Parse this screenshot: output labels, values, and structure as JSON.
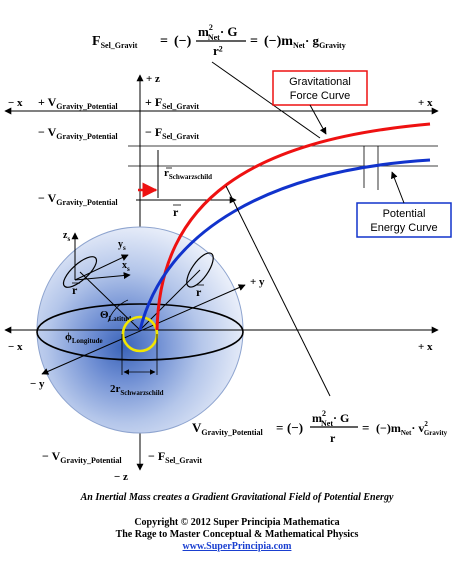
{
  "equations": {
    "force_top": {
      "lhs_base": "F",
      "lhs_sub": "Sel_Gravit",
      "eq1": "=",
      "sign": "(−)",
      "num_base": "m",
      "num_sup": "2",
      "num_sub": "Net",
      "num_tail": "· G",
      "den": "r²",
      "eq2": "=",
      "rhs_base": "(−)m",
      "rhs_sub1": "Net",
      "rhs_mid": "· g",
      "rhs_sub2": "Gravity"
    },
    "potential_bottom": {
      "lhs_base": "V",
      "lhs_sub": "Gravity_Potential",
      "eq1": "=",
      "sign": "(−)",
      "num_base": "m",
      "num_sup": "2",
      "num_sub": "Net",
      "num_tail": "· G",
      "den": "r",
      "eq2": "=",
      "rhs_base": "(−)m",
      "rhs_sub1": "Net",
      "rhs_mid": "· v",
      "rhs_sup": "2",
      "rhs_sub2": "Gravity"
    }
  },
  "axis_labels": {
    "minus_x_top": "− x",
    "plus_x_top": "+ x",
    "plus_z": "+ z",
    "minus_z": "− z",
    "minus_x_mid": "− x",
    "plus_x_mid": "+ x",
    "plus_y": "+ y",
    "minus_y": "− y",
    "z_s": "z",
    "x_s": "x",
    "y_s": "y",
    "s_sub": "s"
  },
  "left_labels": {
    "plus_v_base": "+ V",
    "plus_v_sub": "Gravity_Potential",
    "plus_f_base": "+ F",
    "plus_f_sub": "Sel_Gravit",
    "minus_v1_base": "− V",
    "minus_v1_sub": "Gravity_Potential",
    "minus_f1_base": "− F",
    "minus_f1_sub": "Sel_Gravit",
    "minus_v2_base": "− V",
    "minus_v2_sub": "Gravity_Potential",
    "minus_v3_base": "− V",
    "minus_v3_sub": "Gravity_Potential",
    "minus_f3_base": "− F",
    "minus_f3_sub": "Sel_Gravit"
  },
  "sphere_labels": {
    "r_schwarzschild_base": "r",
    "r_schwarzschild_sub": "Schwarzschild",
    "r_bar": "r",
    "r_left": "r",
    "r_right": "r",
    "theta_base": "Θ",
    "theta_sub": "Latitude",
    "phi_base": "ϕ",
    "phi_sub": "Longitude",
    "two_r_base": "2r",
    "two_r_sub": "Schwarzschild"
  },
  "callouts": {
    "force_curve": [
      "Gravitational",
      "Force Curve"
    ],
    "potential_curve": [
      "Potential",
      "Energy Curve"
    ]
  },
  "colors": {
    "force_curve": "#ee1111",
    "potential_curve": "#1133cc",
    "horizon_circle": "#f2e600",
    "sphere_core": "#3a63b8",
    "link": "#1a3fd0"
  },
  "caption": "An Inertial Mass creates a Gradient Gravitational Field of Potential Energy",
  "copyright": {
    "line1": "Copyright © 2012 Super Principia Mathematica",
    "line2": "The Rage to Master Conceptual & Mathematical Physics",
    "url": "www.SuperPrincipia.com"
  }
}
